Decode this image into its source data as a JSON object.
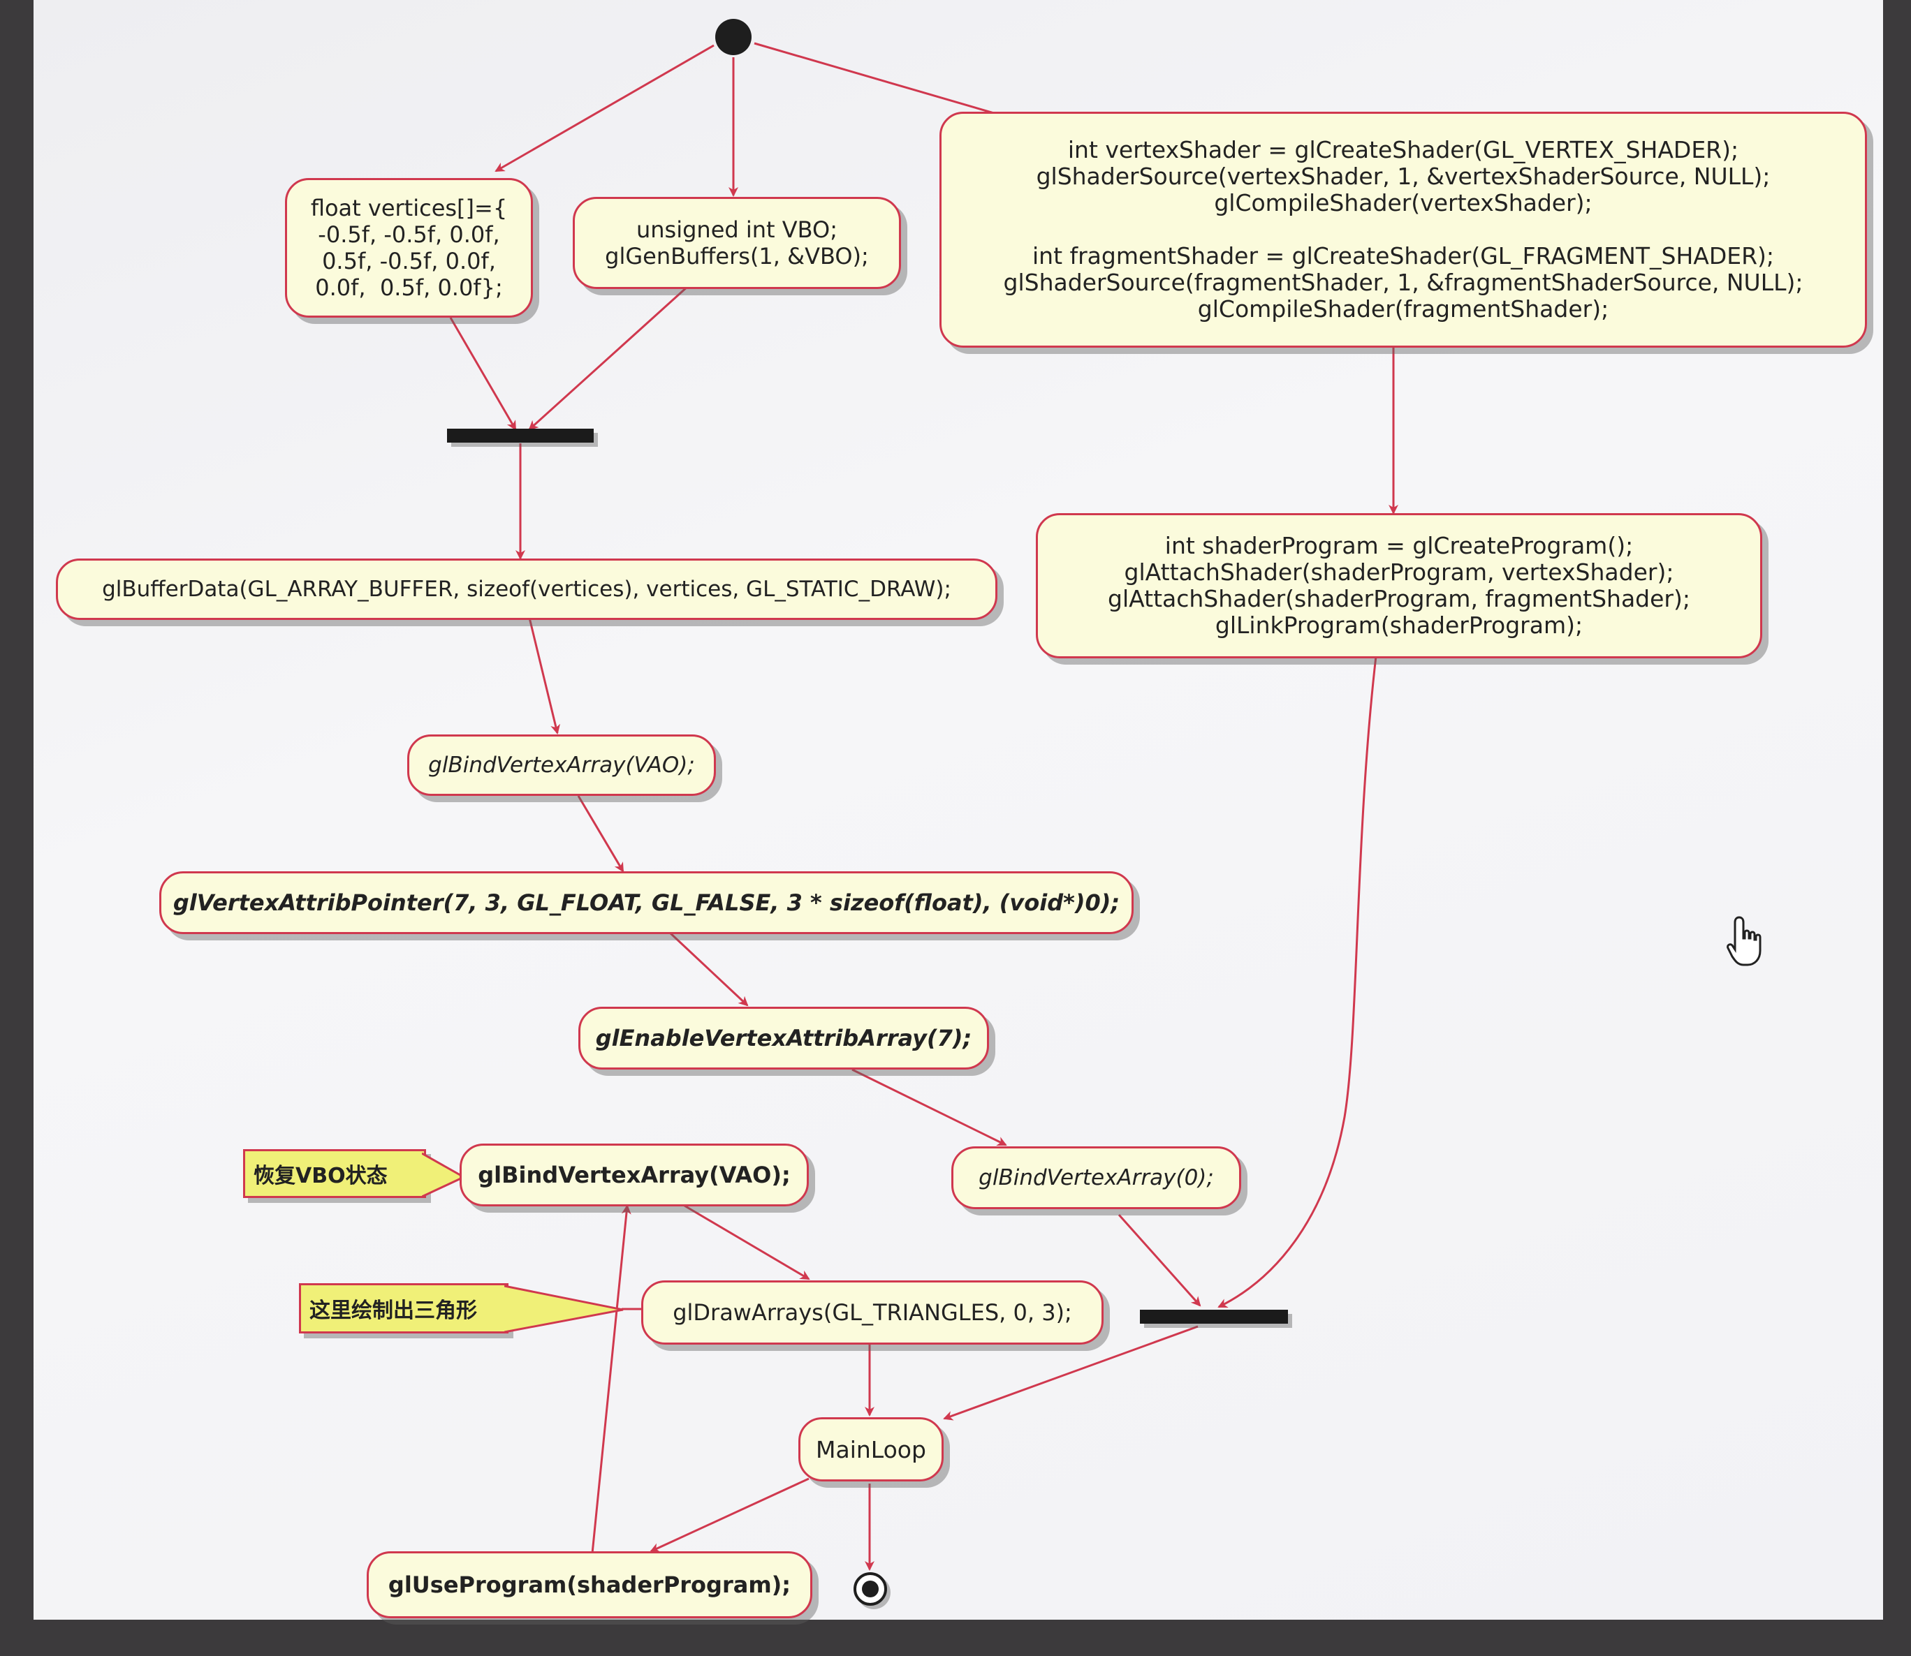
{
  "diagram": {
    "nodes": {
      "vertices": "float vertices[]={\n-0.5f, -0.5f, 0.0f,\n0.5f, -0.5f, 0.0f,\n0.0f,  0.5f, 0.0f};",
      "vbo": "unsigned int VBO;\nglGenBuffers(1, &VBO);",
      "shaders": "int vertexShader = glCreateShader(GL_VERTEX_SHADER);\nglShaderSource(vertexShader, 1, &vertexShaderSource, NULL);\nglCompileShader(vertexShader);\n\nint fragmentShader = glCreateShader(GL_FRAGMENT_SHADER);\nglShaderSource(fragmentShader, 1, &fragmentShaderSource, NULL);\nglCompileShader(fragmentShader);",
      "buffer_data": "glBufferData(GL_ARRAY_BUFFER, sizeof(vertices), vertices, GL_STATIC_DRAW);",
      "program": "int shaderProgram = glCreateProgram();\nglAttachShader(shaderProgram, vertexShader);\nglAttachShader(shaderProgram, fragmentShader);\nglLinkProgram(shaderProgram);",
      "bind_vao_1": "glBindVertexArray(VAO);",
      "attrib_pointer": "glVertexAttribPointer(7, 3, GL_FLOAT, GL_FALSE, 3 * sizeof(float), (void*)0);",
      "enable_attrib": "glEnableVertexAttribArray(7);",
      "bind_vao_0": "glBindVertexArray(0);",
      "bind_vao_2": "glBindVertexArray(VAO);",
      "draw_arrays": "glDrawArrays(GL_TRIANGLES, 0, 3);",
      "main_loop": "MainLoop",
      "use_program": "glUseProgram(shaderProgram);"
    },
    "notes": {
      "restore_vbo": "恢复VBO状态",
      "draw_triangle": "这里绘制出三角形"
    }
  },
  "colors": {
    "node_fill": "#fbfbdc",
    "node_border": "#d0384e",
    "note_fill": "#f0f078",
    "edge": "#d0384e"
  }
}
